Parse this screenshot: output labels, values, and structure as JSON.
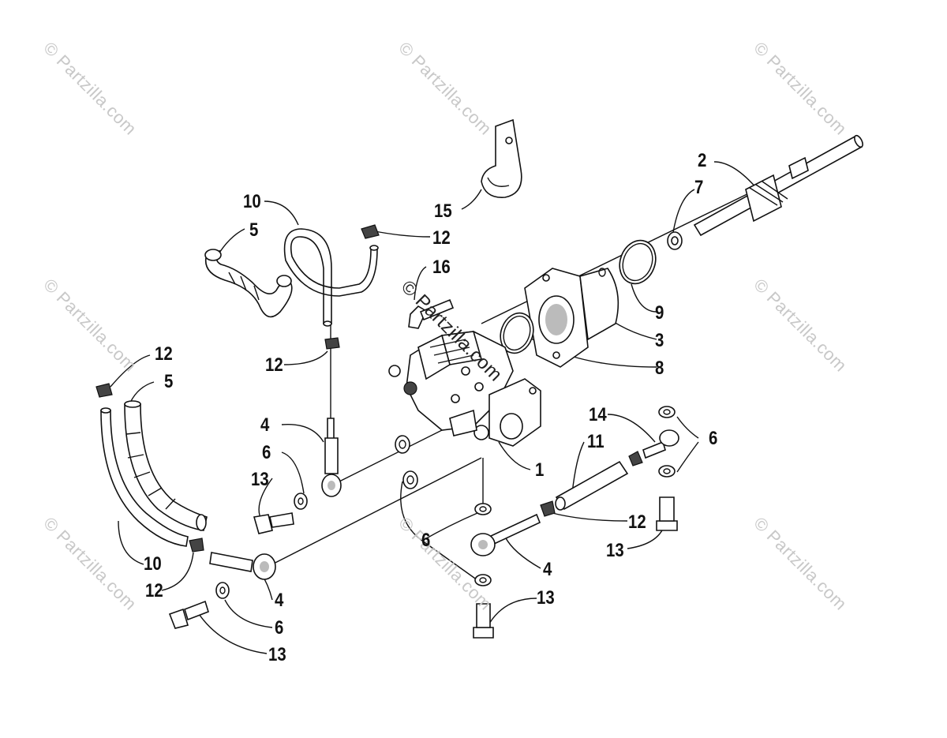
{
  "watermarks": [
    "© Partzilla.com",
    "© Partzilla.com",
    "© Partzilla.com",
    "© Partzilla.com",
    "© Partzilla.com",
    "© Partzilla.com",
    "© Partzilla.com",
    "© Partzilla.com"
  ],
  "center_watermark": "© Partzilla.com",
  "callouts": [
    {
      "id": "c1",
      "label": "1"
    },
    {
      "id": "c2",
      "label": "2"
    },
    {
      "id": "c3",
      "label": "3"
    },
    {
      "id": "c4a",
      "label": "4"
    },
    {
      "id": "c4b",
      "label": "4"
    },
    {
      "id": "c4c",
      "label": "4"
    },
    {
      "id": "c5a",
      "label": "5"
    },
    {
      "id": "c5b",
      "label": "5"
    },
    {
      "id": "c6a",
      "label": "6"
    },
    {
      "id": "c6b",
      "label": "6"
    },
    {
      "id": "c6c",
      "label": "6"
    },
    {
      "id": "c6d",
      "label": "6"
    },
    {
      "id": "c7",
      "label": "7"
    },
    {
      "id": "c8",
      "label": "8"
    },
    {
      "id": "c9",
      "label": "9"
    },
    {
      "id": "c10a",
      "label": "10"
    },
    {
      "id": "c10b",
      "label": "10"
    },
    {
      "id": "c11",
      "label": "11"
    },
    {
      "id": "c12a",
      "label": "12"
    },
    {
      "id": "c12b",
      "label": "12"
    },
    {
      "id": "c12c",
      "label": "12"
    },
    {
      "id": "c12d",
      "label": "12"
    },
    {
      "id": "c12e",
      "label": "12"
    },
    {
      "id": "c13a",
      "label": "13"
    },
    {
      "id": "c13b",
      "label": "13"
    },
    {
      "id": "c13c",
      "label": "13"
    },
    {
      "id": "c13d",
      "label": "13"
    },
    {
      "id": "c14",
      "label": "14"
    },
    {
      "id": "c15",
      "label": "15"
    },
    {
      "id": "c16",
      "label": "16"
    }
  ]
}
